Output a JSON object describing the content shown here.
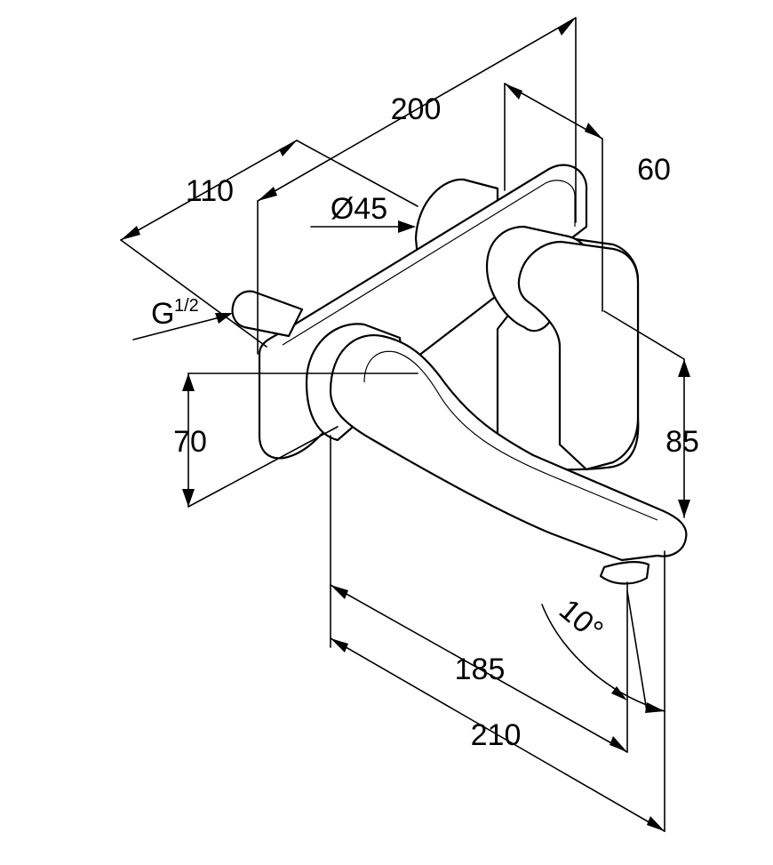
{
  "dimensions": {
    "total_depth": "200",
    "wall_depth": "110",
    "handle_offset": "60",
    "rosette_diameter": "Ø45",
    "connection": "G",
    "connection_fraction": "1/2",
    "plate_height": "70",
    "handle_height": "85",
    "spout_reach": "185",
    "spout_total": "210",
    "spout_angle": "10°"
  }
}
